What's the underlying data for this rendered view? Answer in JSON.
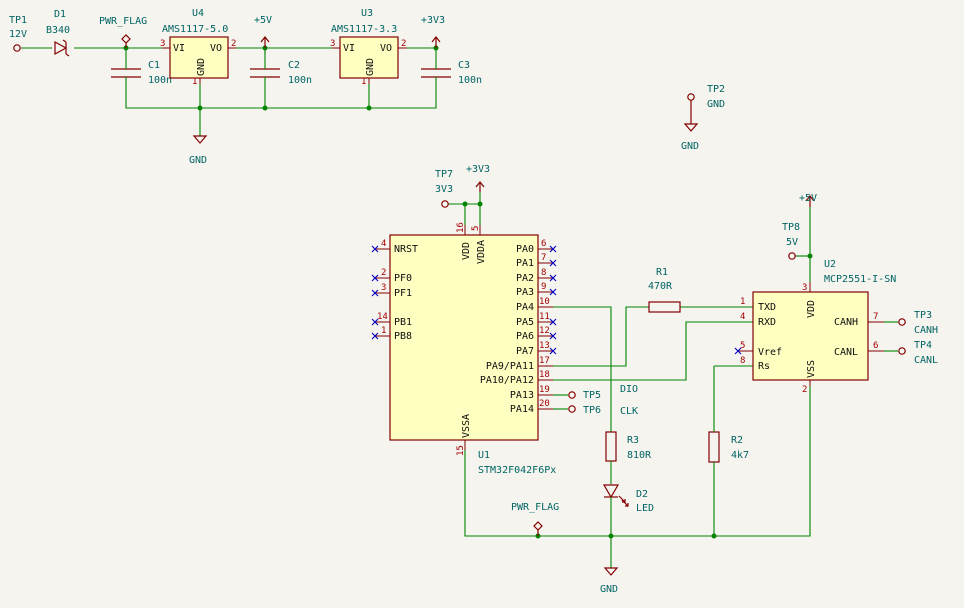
{
  "power_section": {
    "tp1_ref": "TP1",
    "tp1_val": "12V",
    "d1_ref": "D1",
    "d1_val": "B340",
    "pwrflag1": "PWR_FLAG",
    "u4_ref": "U4",
    "u4_val": "AMS1117-5.0",
    "u4_pin_vi": "VI",
    "u4_pin_vo": "VO",
    "u4_pin_gnd": "GND",
    "u4_pin3": "3",
    "u4_pin2": "2",
    "u4_pin1": "1",
    "c1_ref": "C1",
    "c1_val": "100n",
    "plus5v": "+5V",
    "c2_ref": "C2",
    "c2_val": "100n",
    "u3_ref": "U3",
    "u3_val": "AMS1117-3.3",
    "u3_pin_vi": "VI",
    "u3_pin_vo": "VO",
    "u3_pin_gnd": "GND",
    "u3_pin3": "3",
    "u3_pin2": "2",
    "u3_pin1": "1",
    "plus3v3": "+3V3",
    "c3_ref": "C3",
    "c3_val": "100n",
    "gnd1": "GND"
  },
  "tp2": {
    "ref": "TP2",
    "val": "GND",
    "gnd": "GND"
  },
  "mcu": {
    "tp7_ref": "TP7",
    "tp7_val": "3V3",
    "plus3v3": "+3V3",
    "ref": "U1",
    "val": "STM32F042F6Px",
    "pins_left": [
      {
        "num": "4",
        "name": "NRST"
      },
      {
        "num": "2",
        "name": "PF0"
      },
      {
        "num": "3",
        "name": "PF1"
      },
      {
        "num": "14",
        "name": "PB1"
      },
      {
        "num": "1",
        "name": "PB8"
      }
    ],
    "pins_right": [
      {
        "num": "6",
        "name": "PA0"
      },
      {
        "num": "7",
        "name": "PA1"
      },
      {
        "num": "8",
        "name": "PA2"
      },
      {
        "num": "9",
        "name": "PA3"
      },
      {
        "num": "10",
        "name": "PA4"
      },
      {
        "num": "11",
        "name": "PA5"
      },
      {
        "num": "12",
        "name": "PA6"
      },
      {
        "num": "13",
        "name": "PA7"
      },
      {
        "num": "17",
        "name": "PA9/PA11"
      },
      {
        "num": "18",
        "name": "PA10/PA12"
      },
      {
        "num": "19",
        "name": "PA13"
      },
      {
        "num": "20",
        "name": "PA14"
      }
    ],
    "pin_vdd": "VDD",
    "pin_vdd_num": "16",
    "pin_vdda": "VDDA",
    "pin_vdda_num": "5",
    "pin_vssa": "VSSA",
    "pin_vssa_num": "15",
    "tp5_ref": "TP5",
    "tp5_val": "DIO",
    "tp6_ref": "TP6",
    "tp6_val": "CLK"
  },
  "r1": {
    "ref": "R1",
    "val": "470R"
  },
  "r3": {
    "ref": "R3",
    "val": "810R"
  },
  "d2": {
    "ref": "D2",
    "val": "LED"
  },
  "r2": {
    "ref": "R2",
    "val": "4k7"
  },
  "pwrflag2": "PWR_FLAG",
  "gnd2": "GND",
  "can": {
    "plus5v": "+5V",
    "tp8_ref": "TP8",
    "tp8_val": "5V",
    "ref": "U2",
    "val": "MCP2551-I-SN",
    "pin_txd": "TXD",
    "pin_txd_num": "1",
    "pin_rxd": "RXD",
    "pin_rxd_num": "4",
    "pin_vref": "Vref",
    "pin_vref_num": "5",
    "pin_rs": "Rs",
    "pin_rs_num": "8",
    "pin_vdd": "VDD",
    "pin_vdd_num": "3",
    "pin_vss": "VSS",
    "pin_vss_num": "2",
    "pin_canh": "CANH",
    "pin_canh_num": "7",
    "pin_canl": "CANL",
    "pin_canl_num": "6",
    "tp3_ref": "TP3",
    "tp3_val": "CANH",
    "tp4_ref": "TP4",
    "tp4_val": "CANL"
  }
}
